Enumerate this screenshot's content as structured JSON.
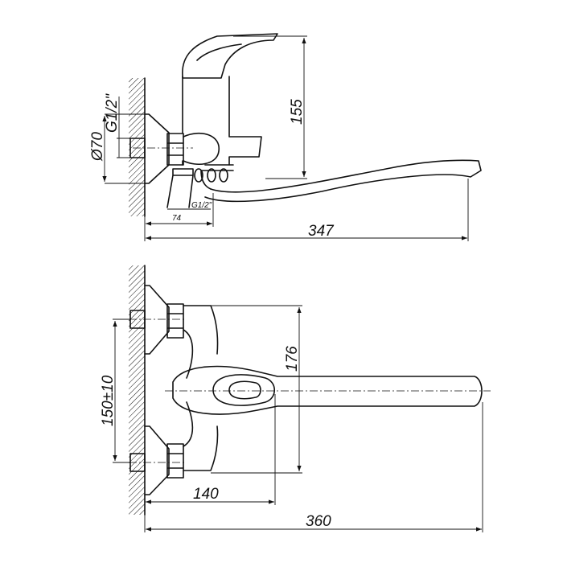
{
  "drawing": {
    "side_view": {
      "thread_inlet": "G1/2\"",
      "flange_diameter": "Ø70",
      "height": "155",
      "thread_outlet": "G1/2\"",
      "outlet_offset": "74",
      "spout_reach": "347"
    },
    "top_view": {
      "body_width": "176",
      "inlet_spacing": "150±10",
      "handle_offset": "140",
      "total_length": "360"
    }
  }
}
